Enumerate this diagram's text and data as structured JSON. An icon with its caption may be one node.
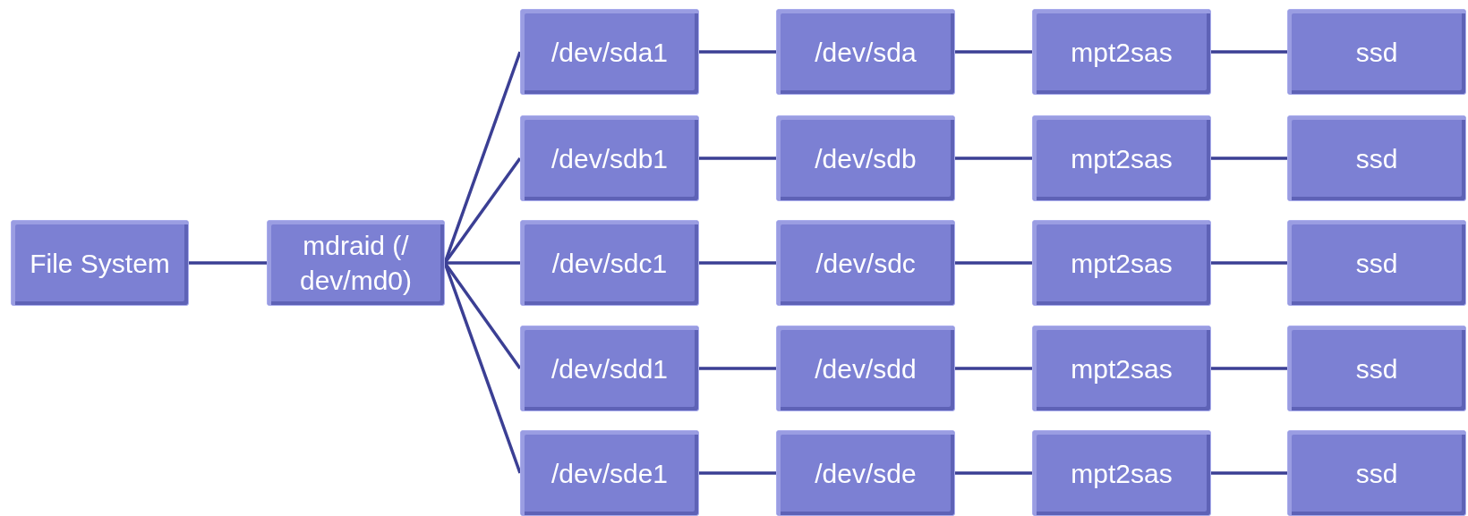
{
  "diagram": {
    "nodes": [
      {
        "text": [
          "File System"
        ]
      },
      {
        "text": [
          "mdraid (/ dev/md0)"
        ]
      },
      {
        "text": [
          "/dev/sda1"
        ]
      },
      {
        "text": [
          "/dev/sda"
        ]
      },
      {
        "text": [
          "mpt2sas"
        ]
      },
      {
        "text": [
          "ssd"
        ]
      },
      {
        "text": [
          "/dev/sdb1"
        ]
      },
      {
        "text": [
          "/dev/sdb"
        ]
      },
      {
        "text": [
          "mpt2sas"
        ]
      },
      {
        "text": [
          "ssd"
        ]
      },
      {
        "text": [
          "/dev/sdc1"
        ]
      },
      {
        "text": [
          "/dev/sdc"
        ]
      },
      {
        "text": [
          "mpt2sas"
        ]
      },
      {
        "text": [
          "ssd"
        ]
      },
      {
        "text": [
          "/dev/sdd1"
        ]
      },
      {
        "text": [
          "/dev/sdd"
        ]
      },
      {
        "text": [
          "mpt2sas"
        ]
      },
      {
        "text": [
          "ssd"
        ]
      },
      {
        "text": [
          "/dev/sde1"
        ]
      },
      {
        "text": [
          "/dev/sde"
        ]
      },
      {
        "text": [
          "mpt2sas"
        ]
      },
      {
        "text": [
          "ssd"
        ]
      }
    ],
    "edges": [
      {
        "from": 0,
        "to": 1,
        "arrow": "none"
      },
      {
        "from": 1,
        "to": 2,
        "arrow": "none"
      },
      {
        "from": 1,
        "to": 6,
        "arrow": "none"
      },
      {
        "from": 1,
        "to": 10,
        "arrow": "none"
      },
      {
        "from": 1,
        "to": 14,
        "arrow": "none"
      },
      {
        "from": 1,
        "to": 18,
        "arrow": "none"
      },
      {
        "from": 2,
        "to": 3,
        "arrow": "none"
      },
      {
        "from": 3,
        "to": 4,
        "arrow": "none"
      },
      {
        "from": 4,
        "to": 5,
        "arrow": "none"
      },
      {
        "from": 6,
        "to": 7,
        "arrow": "none"
      },
      {
        "from": 7,
        "to": 8,
        "arrow": "none"
      },
      {
        "from": 8,
        "to": 9,
        "arrow": "none"
      },
      {
        "from": 10,
        "to": 11,
        "arrow": "none"
      },
      {
        "from": 11,
        "to": 12,
        "arrow": "none"
      },
      {
        "from": 12,
        "to": 13,
        "arrow": "none"
      },
      {
        "from": 14,
        "to": 15,
        "arrow": "none"
      },
      {
        "from": 15,
        "to": 16,
        "arrow": "none"
      },
      {
        "from": 16,
        "to": 17,
        "arrow": "none"
      },
      {
        "from": 18,
        "to": 19,
        "arrow": "none"
      },
      {
        "from": 19,
        "to": 20,
        "arrow": "none"
      },
      {
        "from": 20,
        "to": 21,
        "arrow": "none"
      }
    ]
  }
}
